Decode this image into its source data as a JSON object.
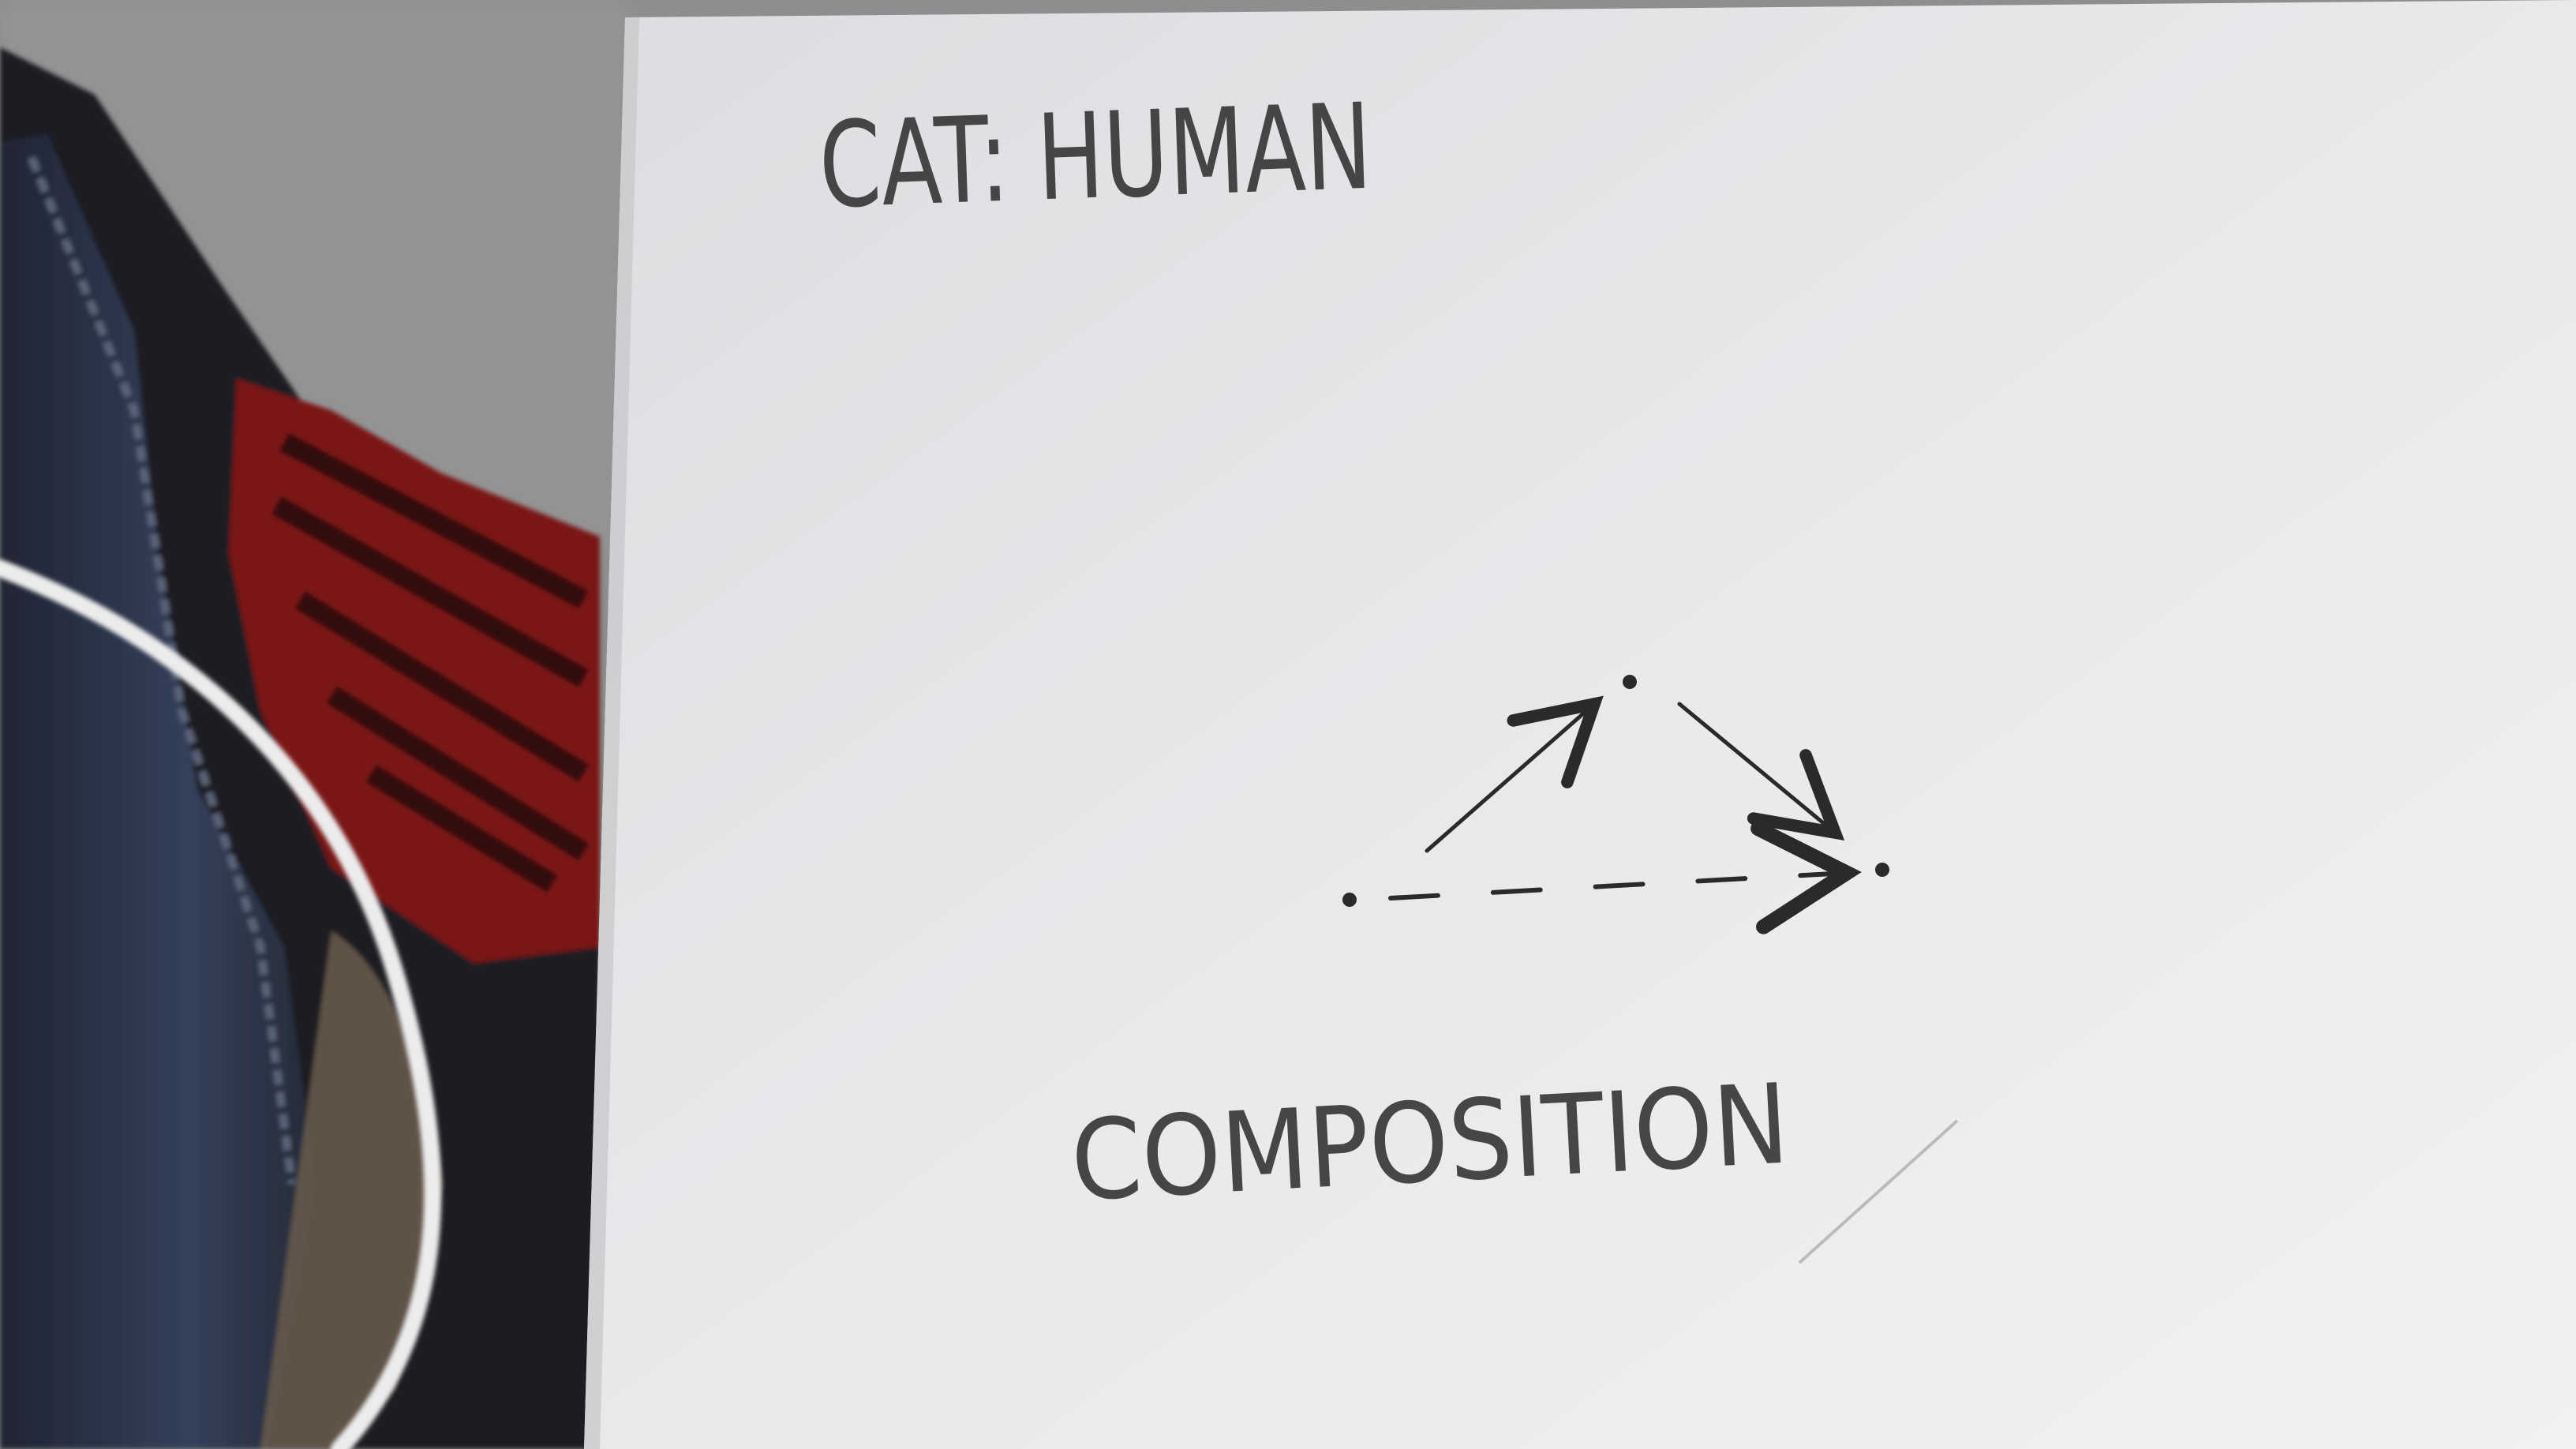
{
  "photo": {
    "subject": "pencil sketch on white card",
    "heading": "CAT: HUMAN",
    "caption": "COMPOSITION"
  },
  "colors": {
    "carpet": "#8e8e8e",
    "paper": "#e9eaec",
    "pencil": "#2a2a2a",
    "fabric_red": "#7a1418",
    "fabric_dark": "#1c1c22",
    "shoe_blue": "#2e3646",
    "cable": "#ececec"
  },
  "diagram": {
    "nodes": 3,
    "arrows": [
      {
        "from": "left",
        "to": "top",
        "style": "solid"
      },
      {
        "from": "top",
        "to": "right",
        "style": "solid"
      },
      {
        "from": "left",
        "to": "right",
        "style": "dashed"
      }
    ]
  }
}
